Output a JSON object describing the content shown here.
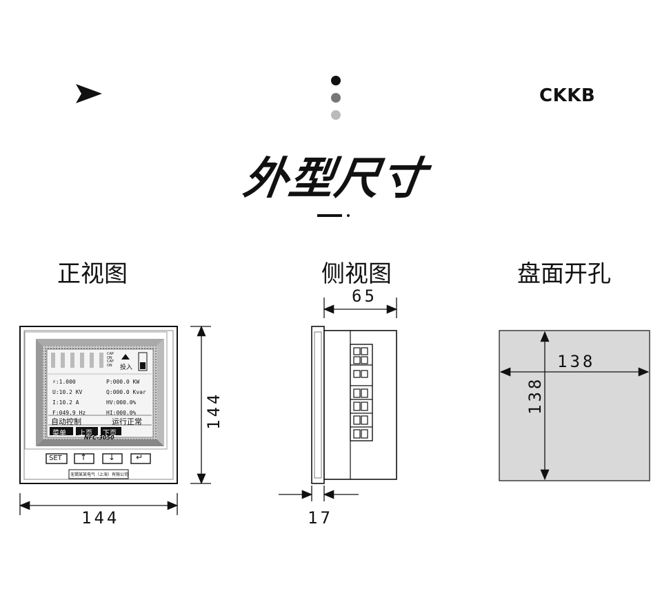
{
  "header": {
    "arrow_icon": "play-arrow-icon",
    "dots": [
      "#111111",
      "#777777",
      "#bbbbbb"
    ],
    "brand": "CKKB"
  },
  "title": "外型尺寸",
  "views": {
    "front": {
      "label": "正视图",
      "width_dim": "144",
      "height_dim": "144",
      "screen": {
        "cap_labels": [
          "CAP",
          "ON",
          "CAP",
          "ON"
        ],
        "switch_label": "投入",
        "readings_left": [
          "♯:1.000",
          "U:10.2 KV",
          "I:10.2  A",
          "F:049.9 Hz"
        ],
        "readings_right": [
          "P:000.0 KW",
          "Q:000.0 Kvar",
          "HV:000.0%",
          "HI:000.0%"
        ],
        "status_left": "自动控制",
        "status_right": "运行正常",
        "menu_buttons": [
          "菜单",
          "上页",
          "下页"
        ],
        "model": "NFC-3050"
      },
      "keys": {
        "set": "SET",
        "up": "up-arrow-icon",
        "down": "down-arrow-icon",
        "enter": "enter-icon"
      },
      "maker": "无锡某某电气（上海）有限公司"
    },
    "side": {
      "label": "侧视图",
      "depth_dim": "65",
      "panel_dim": "17"
    },
    "cutout": {
      "label": "盘面开孔",
      "width_dim": "138",
      "height_dim": "138"
    }
  },
  "colors": {
    "ink": "#111111",
    "panel": "#d9d9d9",
    "screen": "#e8e8e8"
  }
}
